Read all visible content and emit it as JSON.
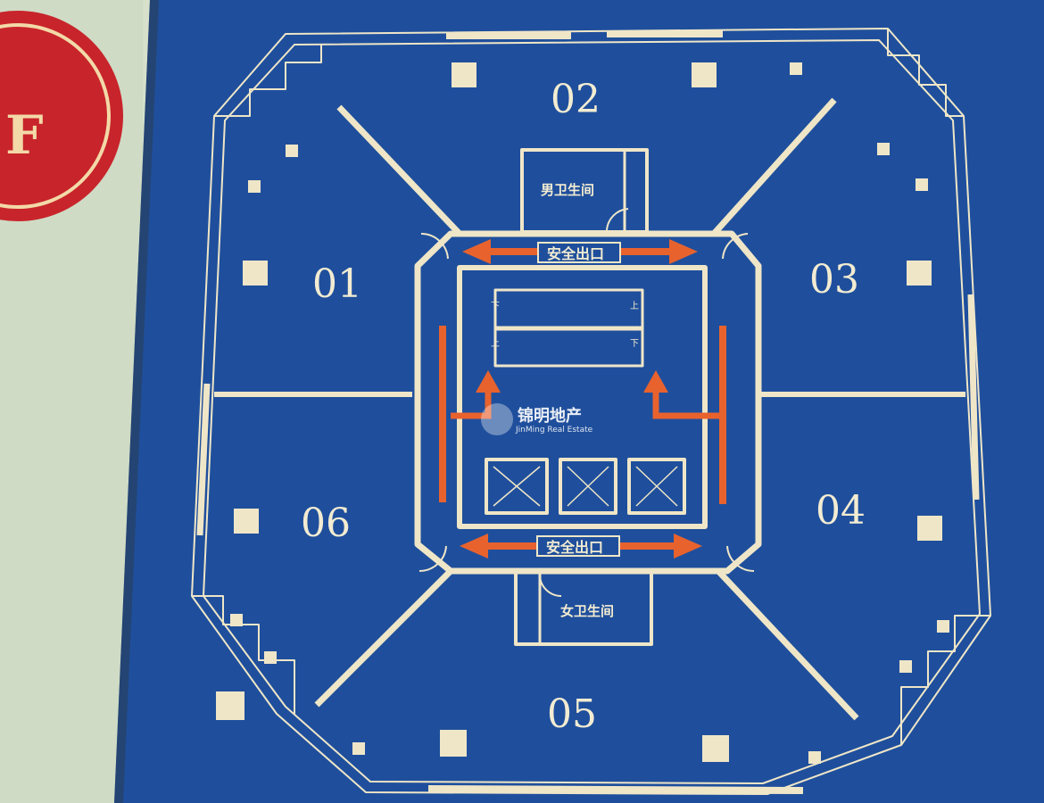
{
  "floor_badge": {
    "letter": "F"
  },
  "units": [
    {
      "id": "unit-01",
      "label": "01"
    },
    {
      "id": "unit-02",
      "label": "02"
    },
    {
      "id": "unit-03",
      "label": "03"
    },
    {
      "id": "unit-04",
      "label": "04"
    },
    {
      "id": "unit-05",
      "label": "05"
    },
    {
      "id": "unit-06",
      "label": "06"
    }
  ],
  "rooms": {
    "mens_restroom": "男卫生间",
    "womens_restroom": "女卫生间"
  },
  "exits": {
    "top": "安全出口",
    "bottom": "安全出口"
  },
  "stairs": {
    "down_left": "下",
    "up_right": "上",
    "up_left": "上",
    "down_right": "下"
  },
  "watermark": {
    "name": "锦明地产",
    "sub": "JinMing Real Estate"
  },
  "colors": {
    "board": "#1f4f9c",
    "line": "#efe6c8",
    "arrow": "#e8622e",
    "badge": "#c8242b"
  }
}
